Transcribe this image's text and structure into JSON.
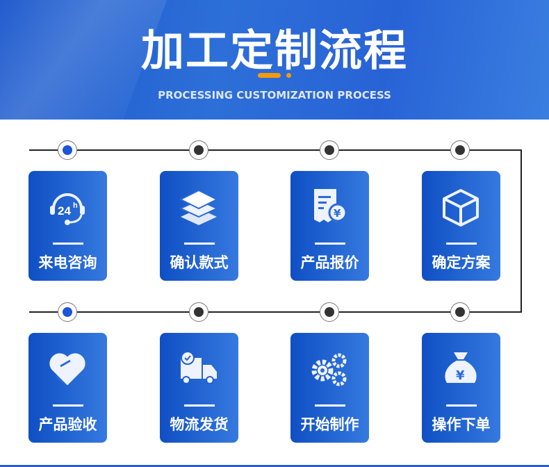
{
  "header": {
    "title": "加工定制流程",
    "subtitle": "PROCESSING CUSTOMIZATION PROCESS"
  },
  "steps": [
    {
      "label": "来电咨询",
      "icon": "headset-24h-icon"
    },
    {
      "label": "确认款式",
      "icon": "layers-icon"
    },
    {
      "label": "产品报价",
      "icon": "invoice-yen-icon"
    },
    {
      "label": "确定方案",
      "icon": "box-icon"
    },
    {
      "label": "产品验收",
      "icon": "handshake-heart-icon"
    },
    {
      "label": "物流发货",
      "icon": "delivery-truck-icon"
    },
    {
      "label": "开始制作",
      "icon": "gears-icon"
    },
    {
      "label": "操作下单",
      "icon": "money-bag-yen-icon"
    }
  ],
  "icon_text": {
    "h24": "24",
    "h": "h",
    "yen": "¥"
  },
  "colors": {
    "accent": "#f59a0b",
    "card": "#1d5fd4",
    "active_node": "#1d55d6"
  }
}
